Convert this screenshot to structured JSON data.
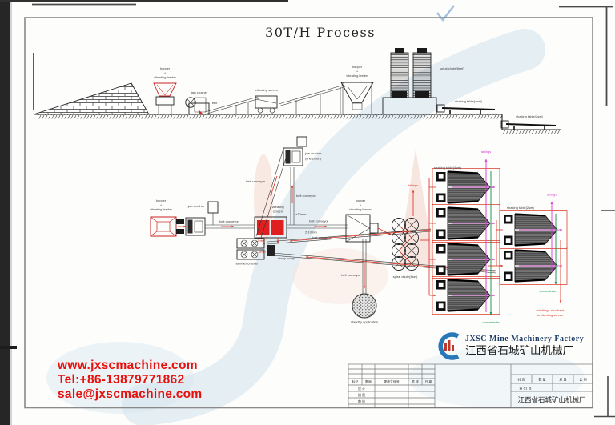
{
  "page": {
    "title": "30T/H Process"
  },
  "contact": {
    "website": "www.jxscmachine.com",
    "tel": "Tel:+86-13879771862",
    "email": "sale@jxscmachine.com"
  },
  "company": {
    "name_en": "JXSC Mine Machinery Factory",
    "name_cn": "江西省石城矿山机械厂"
  },
  "labels": {
    "hopper": "hopper",
    "plus": "+",
    "vibrating_feeder": "vibrating feeder",
    "jaw_crusher": "jaw crusher",
    "fine_crush": "(fine crush)",
    "belt": "belt",
    "belt_conveyor": "belt conveyor",
    "vibrating_screen": "vibrating screen",
    "vibrating": "vibrating",
    "screen": "screen",
    "spiral_chute": "spiral chute(8set)",
    "shaking_table_4": "shaking table(4set)",
    "shaking_table_2": "shaking table(2set)",
    "plus_10mm": "+10mm",
    "mm_2_10": "2-10mm",
    "minus_2mm": "-2mm",
    "hammer_crusher": "hammer crusher",
    "slurry_pump": "slurry pump",
    "standby": "standby application",
    "tailings": "tailings",
    "concentrate": "concentrate",
    "middlings_1": "middlings also back",
    "middlings_2": "to vibrating screen"
  },
  "titleblock": {
    "mark": "标记",
    "qty": "数量",
    "change_doc": "更改文件号",
    "sign": "签 字",
    "date": "日 期",
    "design": "设 计",
    "trace": "描 图",
    "check": "审 核",
    "pages_total": "共  页",
    "quantity": "数 量",
    "mass": "质 量",
    "scale": "比 例",
    "page_no": "第 01 页",
    "company": "江西省石城矿山机械厂"
  },
  "colors": {
    "flow_red": "#d92b1c",
    "tailings_magenta": "#d83ad0",
    "concentrate_green": "#0f8f4a",
    "contact_red": "#e8100c",
    "logo_blue": "#2878b8"
  }
}
